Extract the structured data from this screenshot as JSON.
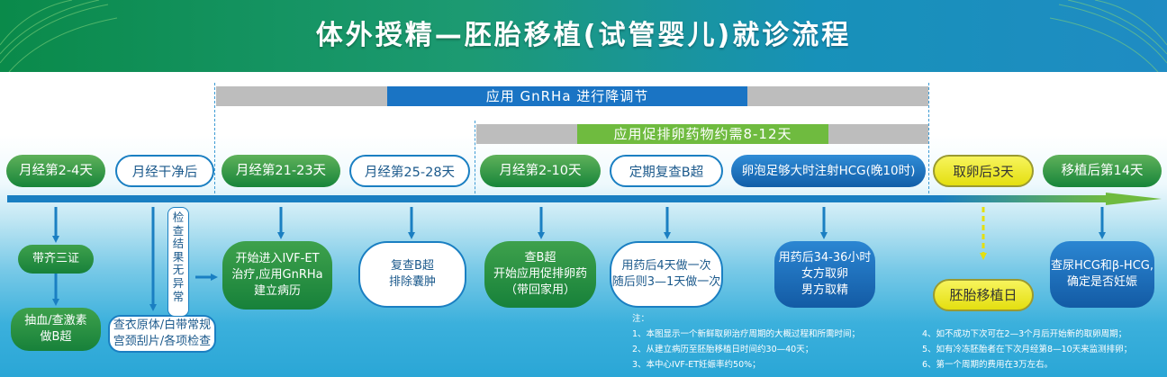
{
  "title": "体外授精—胚胎移植(试管婴儿)就诊流程",
  "bars": {
    "gnrh": "应用 GnRHa 进行降调节",
    "stim": "应用促排卵药物约需8-12天"
  },
  "timeline": [
    "月经第2-4天",
    "月经干净后",
    "月经第21-23天",
    "月经第25-28天",
    "月经第2-10天",
    "定期复查B超",
    "卵泡足够大时注射HCG(晚10时)",
    "取卵后3天",
    "移植后第14天"
  ],
  "steps": {
    "docs": "带齐三证",
    "blood": "抽血/查激素\n做B超",
    "vaginal": "查衣原体/白带常规\n宫颈刮片/各项检查",
    "normal": "检查结果无异常",
    "enter_ivf": "开始进入IVF-ET\n治疗,应用GnRHa\n建立病历",
    "recheck": "复查B超\n排除囊肿",
    "stim_start": "查B超\n开始应用促排卵药\n（带回家用）",
    "followup": "用药后4天做一次\n随后则3—1天做一次",
    "retrieval": "用药后34-36小时\n女方取卵\n男方取精",
    "transfer": "胚胎移植日",
    "pregnancy": "查尿HCG和β-HCG,\n确定是否妊娠"
  },
  "notes_left": [
    "注：",
    "1、本图显示一个新鲜取卵治疗周期的大概过程和所需时间；",
    "2、从建立病历至胚胎移植日时间约30—40天；",
    "3、本中心IVF-ET妊娠率约50%；"
  ],
  "notes_right": [
    "4、如不成功下次可在2—3个月后开始新的取卵周期；",
    "5、如有冷冻胚胎者在下次月经第8—10天来监测排卵；",
    "6、第一个周期的费用在3万左右。"
  ],
  "colors": {
    "green": "#17853a",
    "blue": "#1a7fc2",
    "yellow": "#f2ef2e",
    "grey": "#bdbdbd"
  }
}
